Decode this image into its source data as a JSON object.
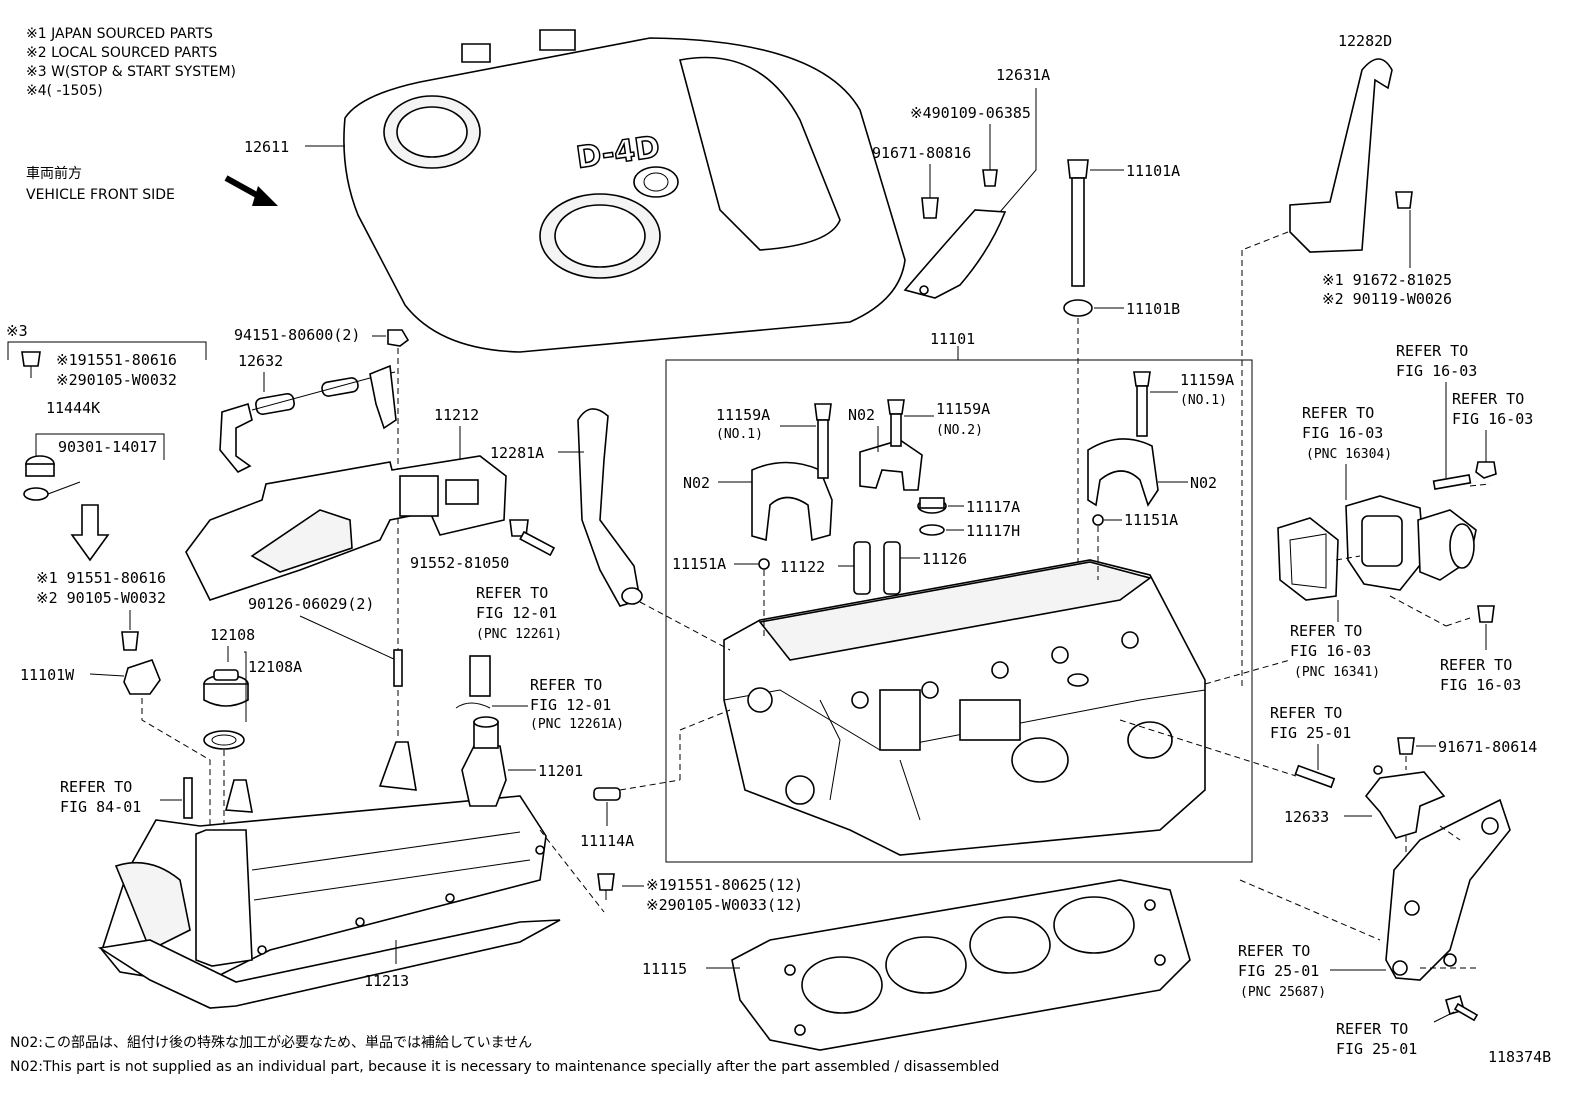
{
  "legend": {
    "line1": "※1 JAPAN SOURCED PARTS",
    "line2": "※2 LOCAL SOURCED PARTS",
    "line3": "※3 W(STOP & START SYSTEM)",
    "line4": "※4(      -1505)"
  },
  "vehicle_front": {
    "jp": "車両前方",
    "en": "VEHICLE FRONT SIDE"
  },
  "cover_logo": "D-4D",
  "labels": {
    "p12611": "12611",
    "p12631A": "12631A",
    "p4_90109": "※490109-06385",
    "p91671_80816": "91671-80816",
    "p11101A": "11101A",
    "p11101B": "11101B",
    "p12282D": "12282D",
    "p91672": "※1 91672-81025",
    "p90119": "※2 90119-W0026",
    "p11101": "11101",
    "p94151": "94151-80600(2)",
    "p12632": "12632",
    "p11212": "11212",
    "p12281A": "12281A",
    "s3": "※3",
    "p191551_80616": "※191551-80616",
    "p290105_W0032": "※290105-W0032",
    "p11444K": "11444K",
    "p90301": "90301-14017",
    "p91551_2": "※1 91551-80616",
    "p90105_2": "※2 90105-W0032",
    "p11101W": "11101W",
    "p91552": "91552-81050",
    "p90126": "90126-06029(2)",
    "p12108": "12108",
    "p12108A": "12108A",
    "p11201": "11201",
    "p11213": "11213",
    "p11114A": "11114A",
    "p191551_80625": "※191551-80625(12)",
    "p290105_W0033": "※290105-W0033(12)",
    "p11115": "11115",
    "p11159A_1": "11159A",
    "p11159A_1n": "(NO.1)",
    "p11159A_2": "11159A",
    "p11159A_2n": "(NO.2)",
    "p11159A_3": "11159A",
    "p11159A_3n": "(NO.1)",
    "pN02_1": "N02",
    "pN02_2": "N02",
    "pN02_3": "N02",
    "p11117A": "11117A",
    "p11117H": "11117H",
    "p11151A_1": "11151A",
    "p11151A_2": "11151A",
    "p11122": "11122",
    "p11126": "11126",
    "p12633": "12633",
    "p91671_80614": "91671-80614",
    "code": "118374B"
  },
  "refers": {
    "r1203_a": "REFER TO",
    "r1203_b": "FIG 16-03",
    "r1203c_a": "REFER TO",
    "r1203c_b": "FIG 16-03",
    "r16304_a": "REFER TO",
    "r16304_b": "FIG 16-03",
    "r16304_c": "(PNC 16304)",
    "r16341_a": "REFER TO",
    "r16341_b": "FIG 16-03",
    "r16341_c": "(PNC 16341)",
    "r1603d_a": "REFER TO",
    "r1603d_b": "FIG 16-03",
    "r12261_a": "REFER TO",
    "r12261_b": "FIG 12-01",
    "r12261_c": "(PNC 12261)",
    "r12261A_a": "REFER TO",
    "r12261A_b": "FIG 12-01",
    "r12261A_c": "(PNC 12261A)",
    "r8401_a": "REFER TO",
    "r8401_b": "FIG 84-01",
    "r2501a_a": "REFER TO",
    "r2501a_b": "FIG 25-01",
    "r25687_a": "REFER TO",
    "r25687_b": "FIG 25-01",
    "r25687_c": "(PNC 25687)",
    "r2501c_a": "REFER TO",
    "r2501c_b": "FIG 25-01"
  },
  "footnote": {
    "jp": "N02:この部品は、組付け後の特殊な加工が必要なため、単品では補給していません",
    "en": "N02:This part is not supplied as an individual part, because it is necessary to maintenance specially after the part assembled / disassembled"
  }
}
